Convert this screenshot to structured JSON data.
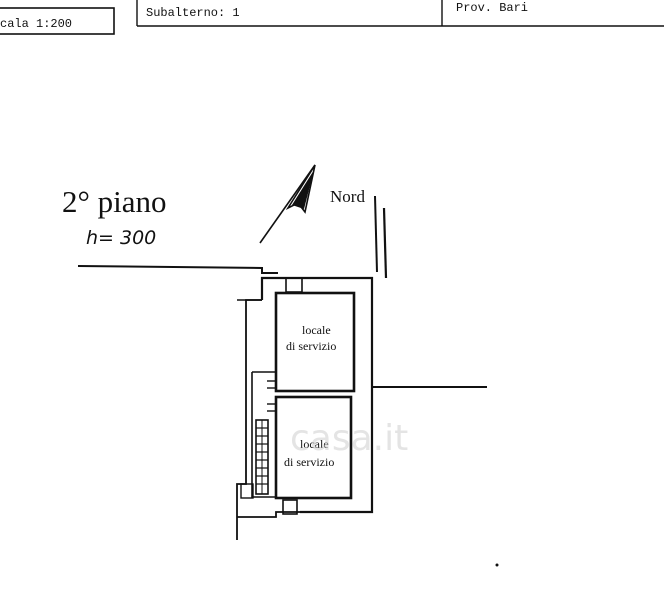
{
  "header": {
    "scale_label": "cala 1:200",
    "subalterno_label": "Subalterno: 1",
    "province_label": "Prov. Bari"
  },
  "plan": {
    "floor_label": "2° piano",
    "height_note": "h= 300",
    "north_label": "Nord",
    "rooms": [
      {
        "line1": "locale",
        "line2": "di servizio"
      },
      {
        "line1": "locale",
        "line2": "di servizio"
      }
    ]
  },
  "watermark": {
    "text": "casa.it"
  }
}
